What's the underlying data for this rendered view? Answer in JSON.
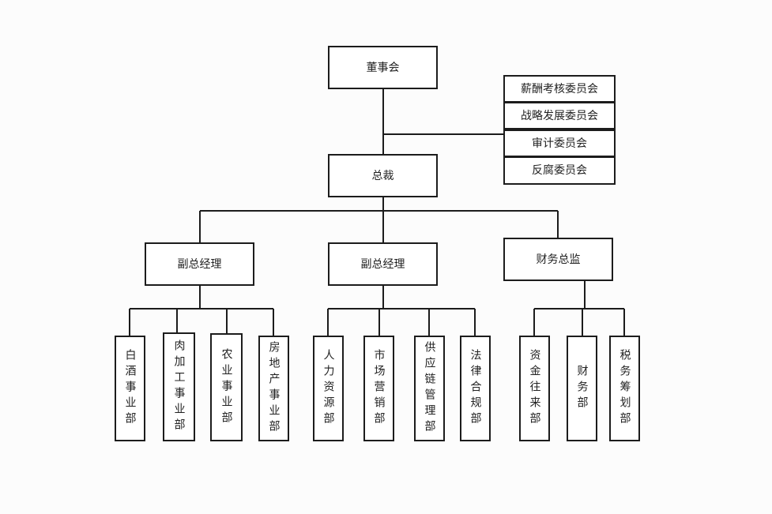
{
  "org_chart": {
    "board": "董事会",
    "committees": [
      "薪酬考核委员会",
      "战略发展委员会",
      "审计委员会",
      "反腐委员会"
    ],
    "ceo": "总裁",
    "managers": [
      "副总经理",
      "副总经理",
      "财务总监"
    ],
    "departments": {
      "group1": [
        "白酒事业部",
        "肉加工事业部",
        "农业事业部",
        "房地产事业部"
      ],
      "group2": [
        "人力资源部",
        "市场营销部",
        "供应链管理部",
        "法律合规部"
      ],
      "group3": [
        "资金往来部",
        "财务部",
        "税务筹划部"
      ]
    }
  },
  "colors": {
    "line": "#1c1c1c",
    "box_fill": "#ffffff",
    "background": "#fcfcfc"
  }
}
